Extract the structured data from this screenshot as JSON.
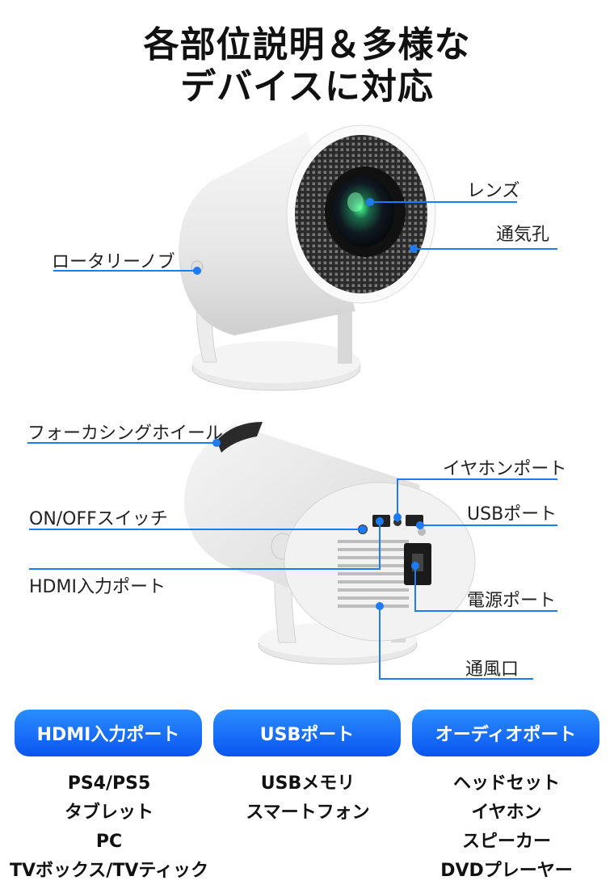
{
  "title": {
    "line1": "各部位説明＆多様な",
    "line2": "デバイスに対応"
  },
  "top_labels": {
    "lens": "レンズ",
    "vent": "通気孔",
    "rotary_knob": "ロータリーノブ"
  },
  "bottom_labels": {
    "focus_wheel": "フォーカシングホイール",
    "earphone_port": "イヤホンポート",
    "usb_port": "USBポート",
    "power_switch": "ON/OFFスイッチ",
    "hdmi_port": "HDMI入力ポート",
    "power_port": "電源ポート",
    "air_vent": "通風口"
  },
  "categories": [
    {
      "label": "HDMI入力ポート",
      "items": [
        "PS4/PS5",
        "タブレット",
        "PC",
        "TVボックス/TVティック"
      ]
    },
    {
      "label": "USBポート",
      "items": [
        "USBメモリ",
        "スマートフォン"
      ]
    },
    {
      "label": "オーディオポート",
      "items": [
        "ヘッドセット",
        "イヤホン",
        "スピーカー",
        "DVDプレーヤー"
      ]
    }
  ],
  "colors": {
    "accent": "#0a55f0",
    "callout_line": "#1e7cf2"
  }
}
